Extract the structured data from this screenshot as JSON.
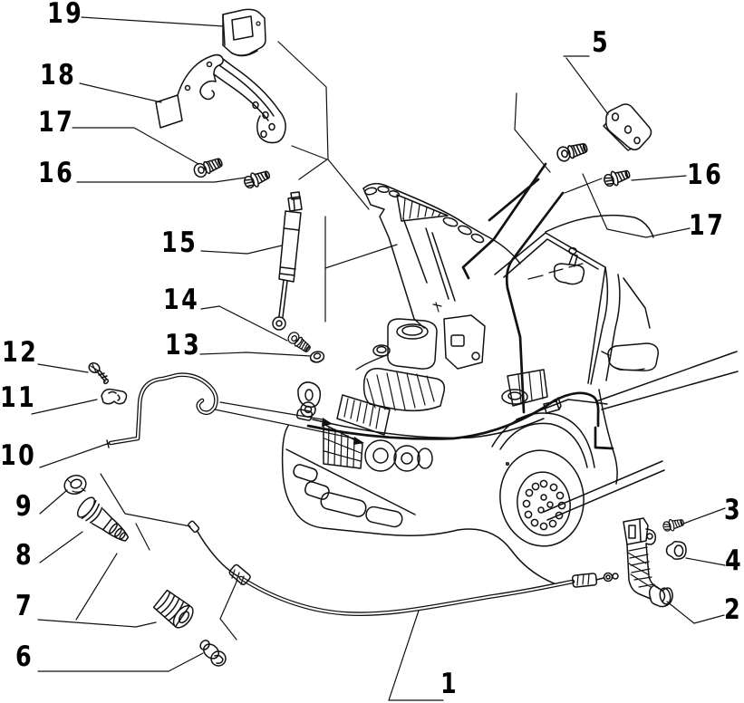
{
  "figure": {
    "type": "exploded-parts-diagram",
    "subject": "car bonnet (hood), hinges, gas strut, lock striker, release cable and fasteners",
    "background_color": "#ffffff",
    "line_color": "#111111"
  },
  "callouts": [
    {
      "label": "19",
      "part": "rubber-bump-stop"
    },
    {
      "label": "18",
      "part": "hood-hinge-bracket"
    },
    {
      "label": "17",
      "part": "stud-left"
    },
    {
      "label": "16",
      "part": "flanged-bolt-left"
    },
    {
      "label": "15",
      "part": "gas-strut"
    },
    {
      "label": "14",
      "part": "stud-screw"
    },
    {
      "label": "13",
      "part": "nut"
    },
    {
      "label": "12",
      "part": "screw"
    },
    {
      "label": "11",
      "part": "retaining-clip"
    },
    {
      "label": "10",
      "part": "bent-rod-tube"
    },
    {
      "label": "9",
      "part": "ring-nut"
    },
    {
      "label": "8",
      "part": "cone-plug"
    },
    {
      "label": "7",
      "part": "rubber-buffer"
    },
    {
      "label": "6",
      "part": "dome-bolt"
    },
    {
      "label": "5",
      "part": "striker-plate"
    },
    {
      "label": "16",
      "part": "flanged-bolt-right"
    },
    {
      "label": "17",
      "part": "stud-right"
    },
    {
      "label": "3",
      "part": "small-bolt"
    },
    {
      "label": "4",
      "part": "grommet"
    },
    {
      "label": "2",
      "part": "release-lever-bracket"
    },
    {
      "label": "1",
      "part": "hood-release-cable"
    }
  ]
}
